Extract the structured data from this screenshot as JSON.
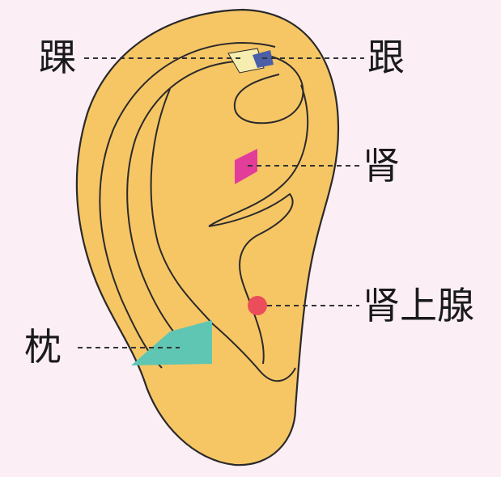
{
  "labels": {
    "ankle": "踝",
    "heel": "跟",
    "kidney": "肾",
    "adrenal": "肾上腺",
    "occiput": "枕"
  },
  "colors": {
    "background": "#fbeef5",
    "ear_fill": "#f6c665",
    "ear_outline": "#2a2a2a",
    "ankle_zone": "#f7edb0",
    "heel_zone": "#4b5fa8",
    "kidney_zone": "#e33d9a",
    "adrenal_point": "#ec4d5a",
    "occiput_zone": "#5ec6b3",
    "leader_line": "#333333"
  }
}
